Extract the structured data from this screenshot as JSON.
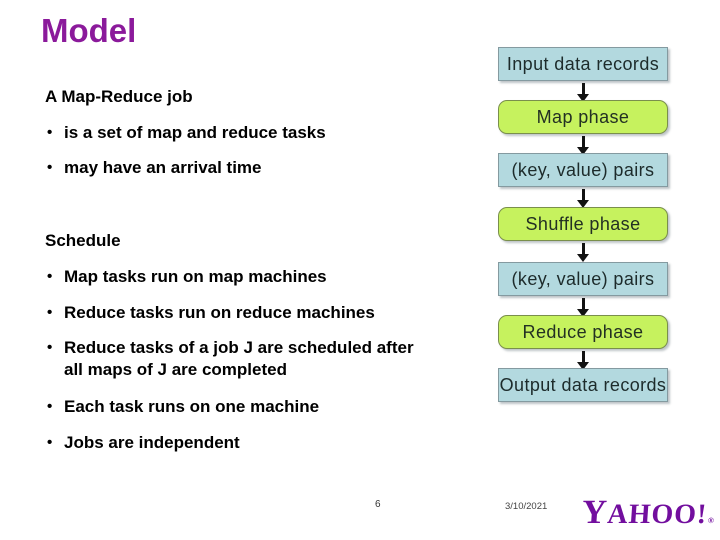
{
  "slide": {
    "title": "Model",
    "bullet_char": "•",
    "sections": [
      {
        "heading": "A Map-Reduce job",
        "bullets": [
          "is a set of map and reduce tasks",
          "may have an arrival time"
        ]
      },
      {
        "heading": "Schedule",
        "bullets": [
          "Map tasks run on map machines",
          "Reduce tasks run on reduce machines",
          "Reduce tasks of a job J are scheduled after all maps of J are completed",
          "Each task runs on one machine",
          "Jobs are independent"
        ]
      }
    ]
  },
  "diagram": {
    "nodes": [
      {
        "label": "Input data records",
        "kind": "data"
      },
      {
        "label": "Map phase",
        "kind": "phase"
      },
      {
        "label": "(key, value) pairs",
        "kind": "data"
      },
      {
        "label": "Shuffle phase",
        "kind": "phase"
      },
      {
        "label": "(key, value) pairs",
        "kind": "data"
      },
      {
        "label": "Reduce phase",
        "kind": "phase"
      },
      {
        "label": "Output data records",
        "kind": "data"
      }
    ],
    "colors": {
      "data_fill": "#b3d9df",
      "data_border": "#849aa0",
      "phase_fill": "#c6f25e",
      "phase_border": "#7a8f4c",
      "arrow": "#121212"
    }
  },
  "footer": {
    "page_number": "6",
    "date": "3/10/2021",
    "logo_text": "YAHOO!",
    "logo_registered": "®",
    "logo_color": "#720e9e"
  },
  "colors": {
    "title": "#8b1a9b",
    "body_text": "#000000",
    "background": "#ffffff"
  }
}
